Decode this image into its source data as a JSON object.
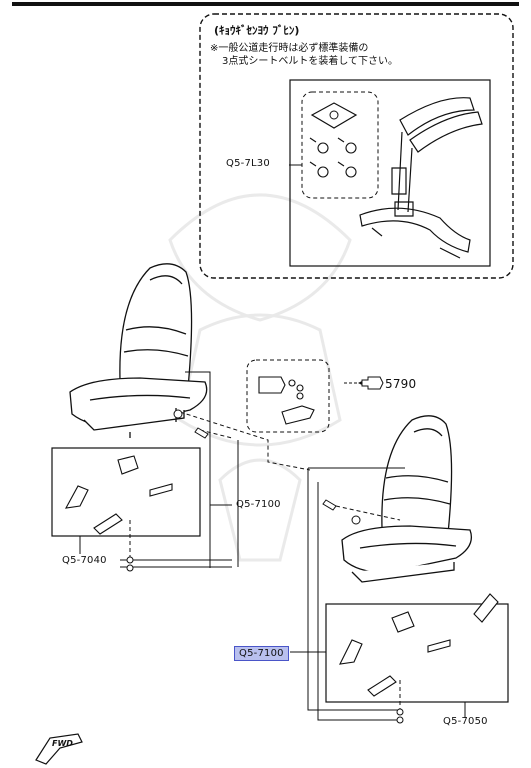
{
  "box": {
    "title": "(ｷｮｳｷﾞｾﾝﾖｳ ﾌﾞﾋﾝ)",
    "note_line1": "※一般公道走行時は必ず標準装備の",
    "note_line2": "3点式シートベルトを装着して下さい。"
  },
  "parts": {
    "harness": "Q5-7L30",
    "buckle": "5790",
    "adjuster": "Q5-7100",
    "left_bracket": "Q5-7040",
    "right_bracket": "Q5-7050",
    "highlighted": "Q5-7100"
  },
  "fwd_mark": "FWD",
  "colors": {
    "highlight_fill": "#b9c0ee",
    "highlight_border": "#4a55c8"
  }
}
